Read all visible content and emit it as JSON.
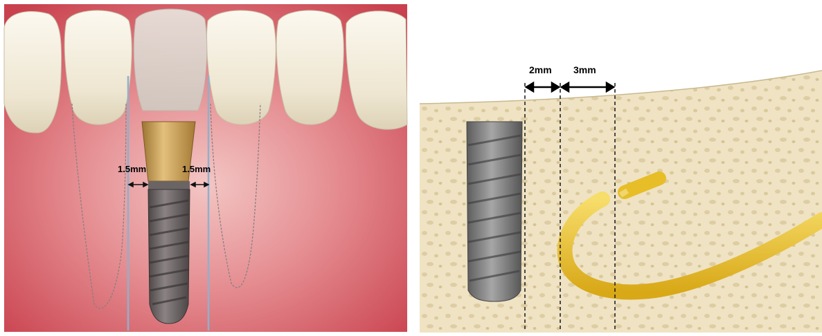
{
  "left_panel": {
    "measure_left": "1.5mm",
    "measure_right": "1.5mm",
    "colors": {
      "gum": "#d9616a",
      "tooth": "#f1ead8",
      "abutment": "#c79a4a",
      "implant": "#6e6767",
      "guide_line": "#8fb0cc"
    }
  },
  "right_panel": {
    "measure_a": "2mm",
    "measure_b": "3mm",
    "colors": {
      "bone": "#efe3c4",
      "pore": "#dccb9f",
      "nerve": "#e7be27",
      "implant": "#7a7a7a"
    }
  }
}
